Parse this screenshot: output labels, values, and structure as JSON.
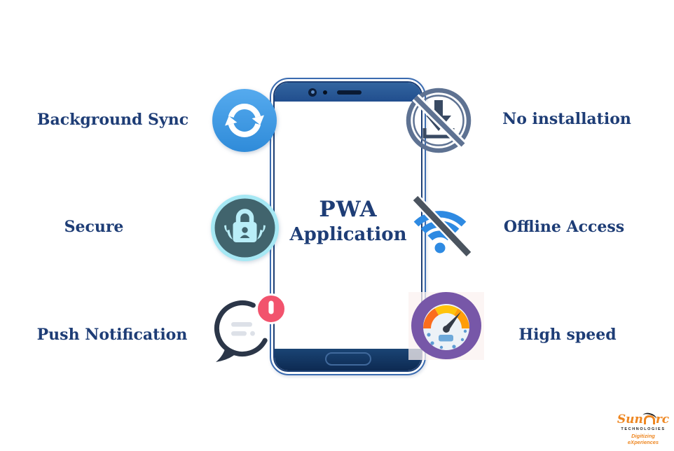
{
  "center": {
    "title_line1": "PWA",
    "title_line2": "Application"
  },
  "features": [
    {
      "id": "background-sync",
      "label": "Background Sync",
      "icon": "sync-icon",
      "side": "left"
    },
    {
      "id": "no-installation",
      "label": "No installation",
      "icon": "no-install-icon",
      "side": "right"
    },
    {
      "id": "secure",
      "label": "Secure",
      "icon": "secure-lock-icon",
      "side": "left"
    },
    {
      "id": "offline-access",
      "label": "Offline Access",
      "icon": "wifi-off-icon",
      "side": "right"
    },
    {
      "id": "push-notification",
      "label": "Push Notification",
      "icon": "chat-notification-icon",
      "side": "left"
    },
    {
      "id": "high-speed",
      "label": "High speed",
      "icon": "speedometer-icon",
      "side": "right"
    }
  ],
  "phone": {
    "device": "smartphone-outline"
  },
  "logo": {
    "brand": "SunArc",
    "brand_prefix": "Sun",
    "brand_suffix": "rc",
    "subtitle": "TECHNOLOGIES",
    "tagline": "Digitizing eXperiences"
  },
  "colors": {
    "label_text": "#1e3d76",
    "sync_blue": "#3a98e6",
    "no_install_ring": "#5e7292",
    "no_install_dark": "#394a63",
    "secure_teal_dark": "#41646d",
    "secure_teal_light": "#b9eef8",
    "secure_ring_cyan": "#a6e8f4",
    "wifi_blue": "#2e8ae2",
    "slash_gray": "#4b545f",
    "bubble_outline": "#2b3648",
    "badge_red": "#f2536d",
    "bubble_bars": "#dde1e8",
    "speedo_purple": "#7757a8",
    "speedo_face": "#edf2f7",
    "speedo_arc_red": "#fb6d1d",
    "speedo_arc_yellow": "#ffc30b",
    "speedo_arc_orange": "#ff9d09",
    "speedo_needle": "#343b47",
    "speedo_blue": "#6ea9da",
    "phone_frame": "#3a6bb0",
    "bezel_top": "#2a5a9b",
    "bezel_bottom": "#102f58",
    "logo_orange": "#ee8722"
  }
}
